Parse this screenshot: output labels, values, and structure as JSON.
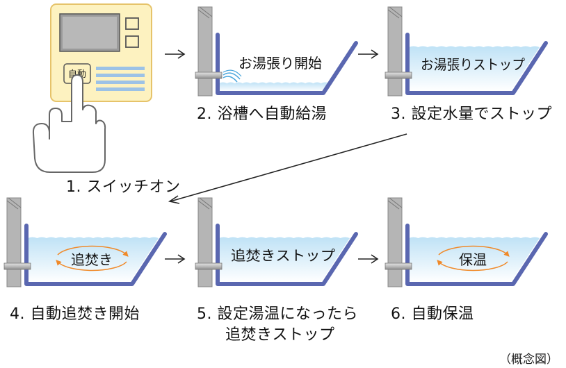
{
  "remote": {
    "button_label": "自動"
  },
  "steps": [
    {
      "number": "1.",
      "caption": "スイッチオン"
    },
    {
      "number": "2.",
      "caption": "浴槽へ自動給湯",
      "tub_label": "お湯張り開始"
    },
    {
      "number": "3.",
      "caption": "設定水量でストップ",
      "tub_label": "お湯張りストップ"
    },
    {
      "number": "4.",
      "caption": "自動追焚き開始",
      "tub_label": "追焚き"
    },
    {
      "number": "5.",
      "caption": "設定湯温になったら",
      "caption_line2": "追焚きストップ",
      "tub_label": "追焚きストップ"
    },
    {
      "number": "6.",
      "caption": "自動保温",
      "tub_label": "保温"
    }
  ],
  "note": "（概念図）",
  "colors": {
    "panel_fill": "#fdf2c0",
    "panel_stroke": "#e6c36a",
    "tub_stroke": "#5a67b0",
    "water_top": "#cde8f8",
    "water_bottom": "#ffffff",
    "cycle_arrow": "#f08a2a",
    "wall": "#b5b5b5"
  }
}
